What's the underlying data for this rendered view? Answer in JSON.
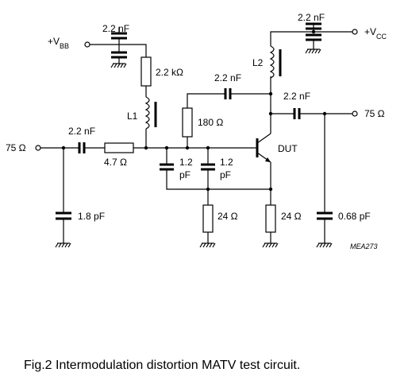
{
  "labels": {
    "vbb_plus": "+V",
    "vbb_sub": "BB",
    "vcc_plus": "+V",
    "vcc_sub": "CC",
    "c_vbb": "2.2 nF",
    "c_vcc": "2.2 nF",
    "r_bias": "2.2 kΩ",
    "l1": "L1",
    "l2": "L2",
    "c_fb": "2.2 nF",
    "r_fb": "180 Ω",
    "c_out": "2.2 nF",
    "port_in": "75 Ω",
    "port_out": "75 Ω",
    "c_in": "2.2 nF",
    "r_in": "4.7 Ω",
    "c_e1_top": "1.2",
    "c_e1_bot": "pF",
    "c_e2_top": "1.2",
    "c_e2_bot": "pF",
    "dut": "DUT",
    "c_in_shunt": "1.8 pF",
    "r_e1": "24 Ω",
    "r_e2": "24 Ω",
    "c_out_shunt": "0.68 pF",
    "ref": "MEA273"
  },
  "caption": "Fig.2  Intermodulation distortion MATV test circuit."
}
